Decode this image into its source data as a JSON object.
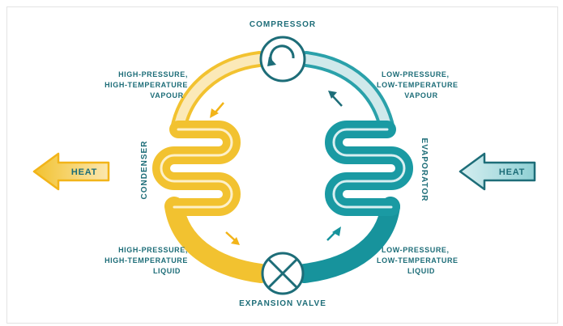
{
  "components": {
    "compressor": "COMPRESSOR",
    "expansion_valve": "EXPANSION VALVE",
    "condenser": "CONDENSER",
    "evaporator": "EVAPORATOR"
  },
  "states": {
    "top_left": [
      "HIGH-PRESSURE,",
      "HIGH-TEMPERATURE",
      "VAPOUR"
    ],
    "top_right": [
      "LOW-PRESSURE,",
      "LOW-TEMPERATURE",
      "VAPOUR"
    ],
    "bottom_left": [
      "HIGH-PRESSURE,",
      "HIGH-TEMPERATURE",
      "LIQUID"
    ],
    "bottom_right": [
      "LOW-PRESSURE,",
      "LOW-TEMPERATURE",
      "LIQUID"
    ]
  },
  "heat": {
    "left": "HEAT",
    "right": "HEAT"
  },
  "colors": {
    "hot": "#f2c230",
    "hot_light": "#f8dc8a",
    "cold": "#1a9aa3",
    "cold_light": "#a9d9dc",
    "text": "#1d6d78"
  }
}
